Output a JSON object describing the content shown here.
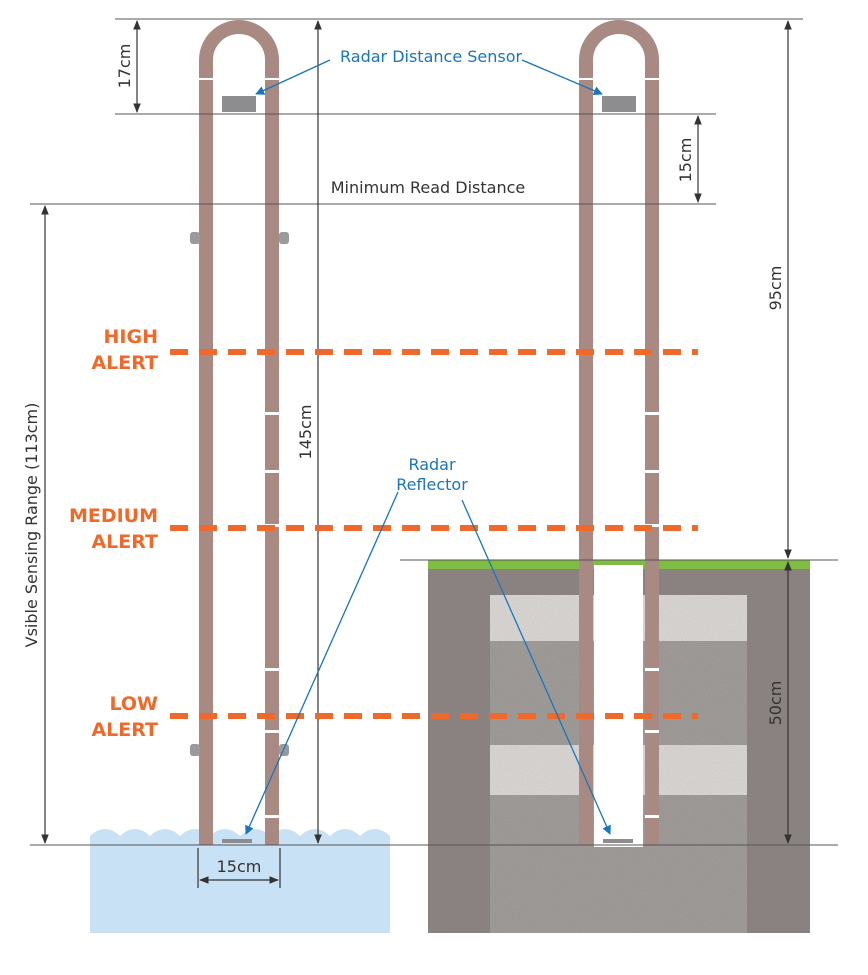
{
  "labels": {
    "radar_sensor": "Radar Distance Sensor",
    "radar_reflector_line1": "Radar",
    "radar_reflector_line2": "Reflector",
    "min_read_distance": "Minimum Read Distance",
    "sensing_range": "Vsible Sensing Range (113cm)"
  },
  "alerts": [
    {
      "line1": "HIGH",
      "line2": "ALERT"
    },
    {
      "line1": "MEDIUM",
      "line2": "ALERT"
    },
    {
      "line1": "LOW",
      "line2": "ALERT"
    }
  ],
  "dimensions": {
    "top_gap": "17cm",
    "min_read": "15cm",
    "above_ground": "95cm",
    "total_length": "145cm",
    "below_ground": "50cm",
    "tube_width": "15cm"
  },
  "colors": {
    "tube": "#a98a82",
    "alert": "#ef6a2a",
    "label_blue": "#1a75bb",
    "water": "#c9e1f4",
    "soil": "#8a8280",
    "grass": "#7ebd41",
    "gravel": "#d9d6d3",
    "sensor": "#8d8d8f"
  }
}
